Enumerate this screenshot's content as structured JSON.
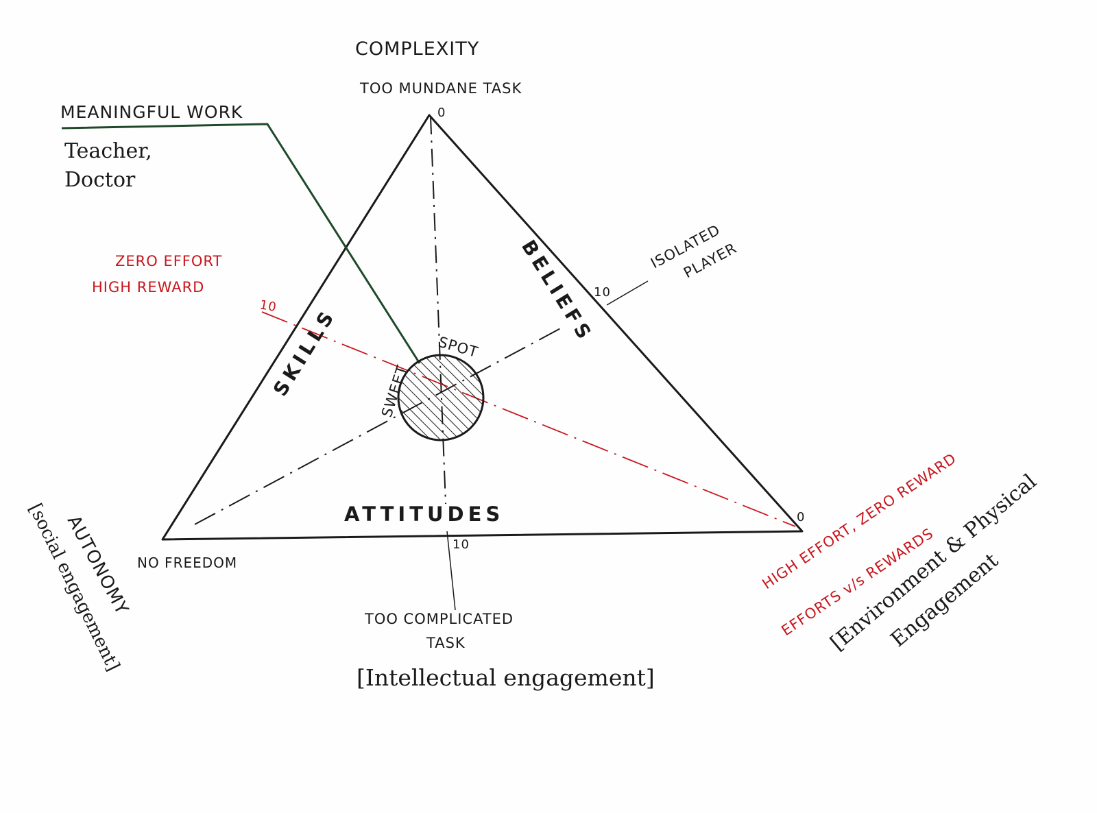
{
  "top": {
    "title": "COMPLEXITY",
    "subtitle": "TOO MUNDANE TASK",
    "scale_zero": "0"
  },
  "meaningful": {
    "title": "MEANINGFUL WORK",
    "line1": "Teacher,",
    "line2": "Doctor"
  },
  "zero_effort": {
    "line1": "ZERO EFFORT",
    "line2": "HIGH REWARD",
    "scale": "10"
  },
  "isolated": {
    "line1": "ISOLATED",
    "line2": "PLAYER",
    "scale": "10"
  },
  "sides": {
    "skills": "SKILLS",
    "beliefs": "BELIEFS",
    "attitudes": "ATTITUDES"
  },
  "sweet_spot": {
    "word1": "SWEET",
    "word2": "SPOT"
  },
  "bottom_left": {
    "label": "NO FREEDOM",
    "autonomy": "AUTONOMY",
    "social": "[social engagement]"
  },
  "bottom": {
    "scale": "10",
    "line1": "TOO COMPLICATED",
    "line2": "TASK",
    "engagement": "[Intellectual engagement]"
  },
  "bottom_right": {
    "scale_zero": "0",
    "line1": "HIGH EFFORT, ZERO REWARD",
    "line2": "EFFORTS v/s REWARDS",
    "line3": "[Environment & Physical",
    "line4": "Engagement"
  },
  "colors": {
    "ink": "#1a1a1a",
    "red": "#c8161c",
    "green": "#1f4a2a"
  }
}
